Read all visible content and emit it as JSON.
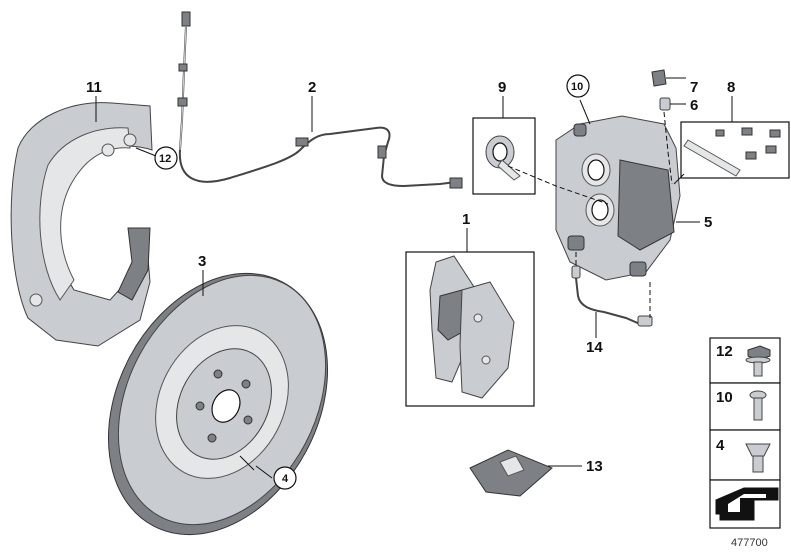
{
  "callouts": {
    "c1": "1",
    "c2": "2",
    "c3": "3",
    "c4": "4",
    "c5": "5",
    "c6": "6",
    "c7": "7",
    "c8": "8",
    "c9": "9",
    "c10": "10",
    "c11": "11",
    "c12": "12",
    "c13": "13",
    "c14": "14"
  },
  "legend": {
    "r12": "12",
    "r10": "10",
    "r4": "4"
  },
  "diagram_number": "477700"
}
